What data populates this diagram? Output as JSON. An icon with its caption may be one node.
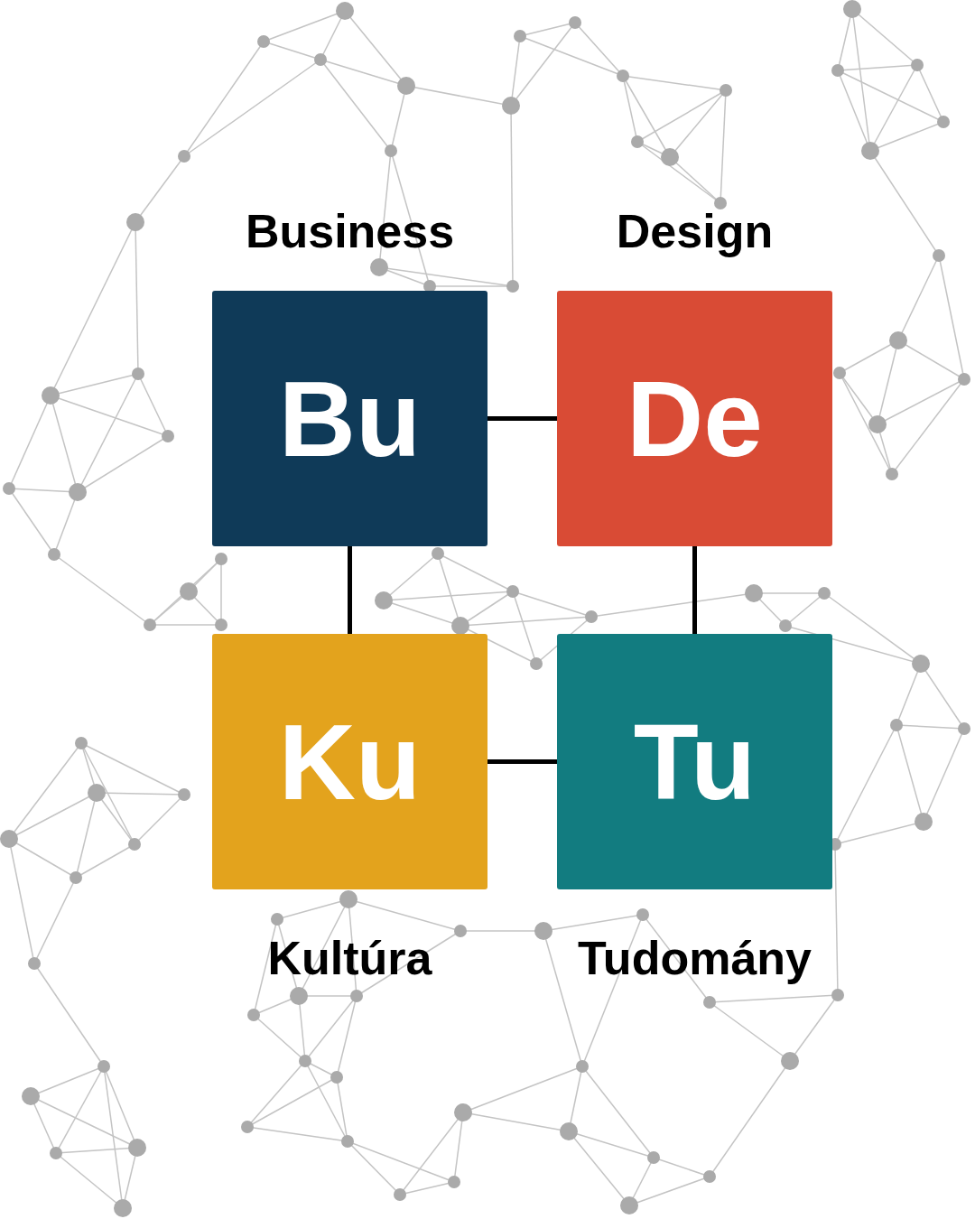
{
  "diagram": {
    "nodes": [
      {
        "text": [
          "Business",
          "Bu"
        ]
      },
      {
        "text": [
          "Design",
          "De"
        ]
      },
      {
        "text": [
          "Ku",
          "Kultúra"
        ]
      },
      {
        "text": [
          "Tu",
          "Tudomány"
        ]
      }
    ],
    "edges": [
      {
        "from": 0,
        "to": 1,
        "arrow": "none"
      },
      {
        "from": 0,
        "to": 2,
        "arrow": "none"
      },
      {
        "from": 1,
        "to": 3,
        "arrow": "none"
      },
      {
        "from": 2,
        "to": 3,
        "arrow": "none"
      }
    ]
  }
}
